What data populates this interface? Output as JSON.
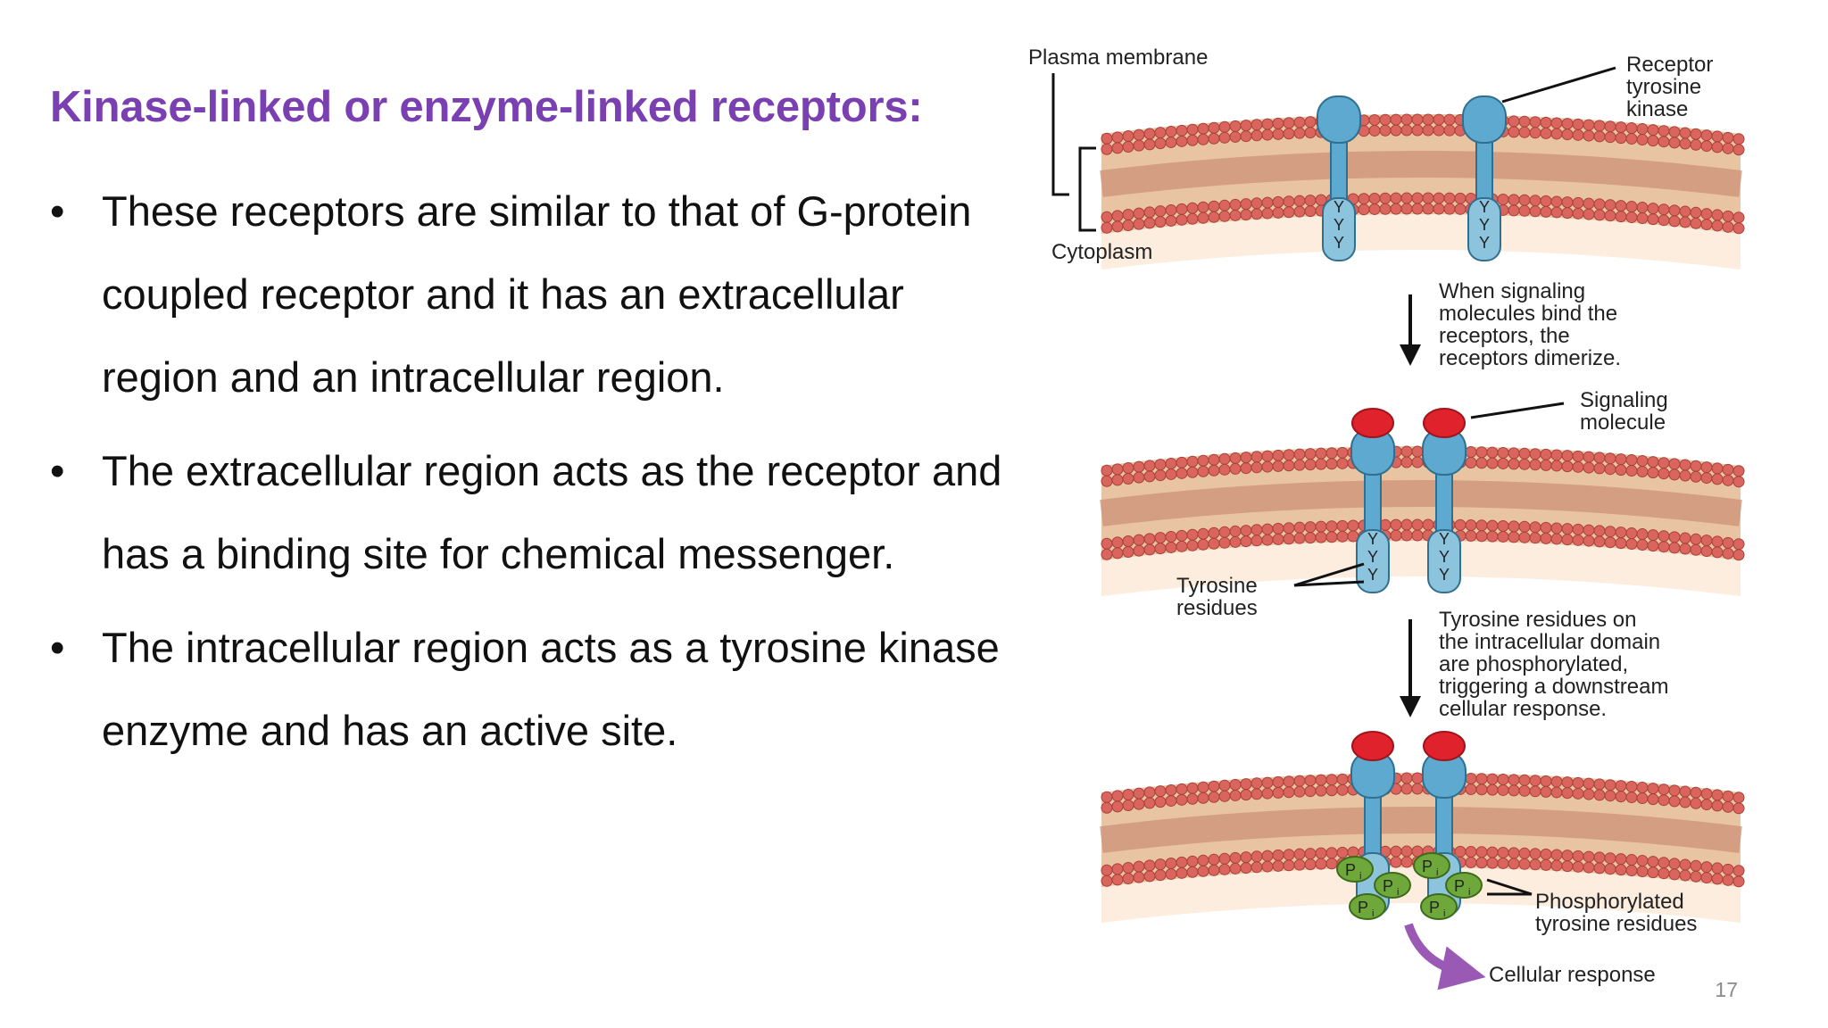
{
  "slide": {
    "title": "Kinase-linked or enzyme-linked receptors:",
    "bullet_char": "•",
    "bullets": [
      "These receptors are similar to that of G-protein coupled receptor and it has an extracellular region and an intracellular region.",
      "The extracellular region acts as the receptor and has a binding site for chemical messenger.",
      "The intracellular region acts as a tyrosine kinase enzyme and has an active site."
    ],
    "slide_number": "17"
  },
  "diagram": {
    "labels": {
      "plasma_membrane": "Plasma membrane",
      "receptor": [
        "Receptor",
        "tyrosine",
        "kinase"
      ],
      "cytoplasm": "Cytoplasm",
      "step1": [
        "When signaling",
        "molecules bind the",
        "receptors, the",
        "receptors dimerize."
      ],
      "signaling_molecule": [
        "Signaling",
        "molecule"
      ],
      "tyrosine_residues": [
        "Tyrosine",
        "residues"
      ],
      "step2": [
        "Tyrosine residues on",
        "the intracellular domain",
        "are phosphorylated,",
        "triggering a downstream",
        "cellular response."
      ],
      "phosphorylated": [
        "Phosphorylated",
        "tyrosine residues"
      ],
      "cellular_response": "Cellular response",
      "tyrosine_glyph": "Y",
      "phosphate_glyph": "P",
      "phosphate_sub": "i"
    },
    "colors": {
      "receptor": "#5ea9cf",
      "membrane_head": "#d9655e",
      "signal": "#e0222c",
      "phosphate": "#6fa83a",
      "response_arrow": "#9b59b6"
    }
  }
}
